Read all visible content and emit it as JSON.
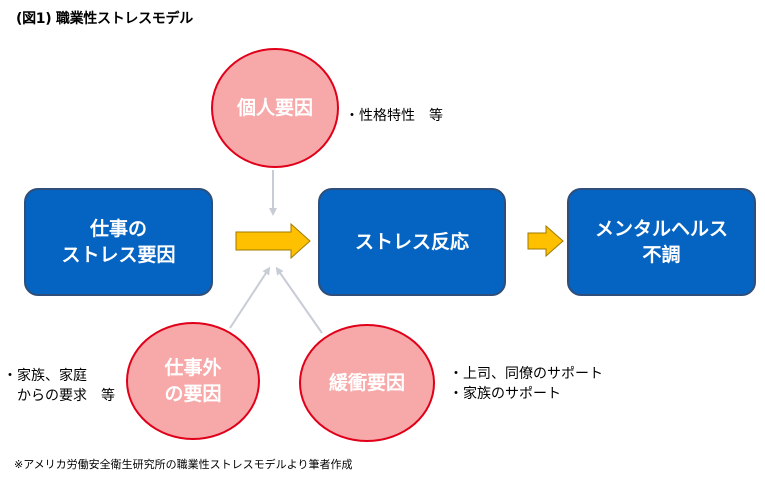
{
  "title": "(図1) 職業性ストレスモデル",
  "boxes": {
    "job_stress": {
      "line1": "仕事の",
      "line2": "ストレス要因"
    },
    "stress_reaction": {
      "label": "ストレス反応"
    },
    "mental_health": {
      "line1": "メンタルヘルス",
      "line2": "不調"
    }
  },
  "circles": {
    "individual": {
      "label": "個人要因"
    },
    "non_work": {
      "line1": "仕事外",
      "line2": "の要因"
    },
    "buffer": {
      "label": "緩衝要因"
    }
  },
  "notes": {
    "individual": "・性格特性　等",
    "non_work_line1": "・家族、家庭",
    "non_work_line2": "　からの要求　等",
    "buffer_line1": "・上司、同僚のサポート",
    "buffer_line2": "・家族のサポート"
  },
  "footnote": "※アメリカ労働安全衛生研究所の職業性ストレスモデルより筆者作成",
  "colors": {
    "box_fill": "#0563c1",
    "circle_fill": "#f7a8a8",
    "circle_border": "#e0001a",
    "arrow_fill": "#ffc000",
    "thin_arrow": "#c8ccd6"
  }
}
